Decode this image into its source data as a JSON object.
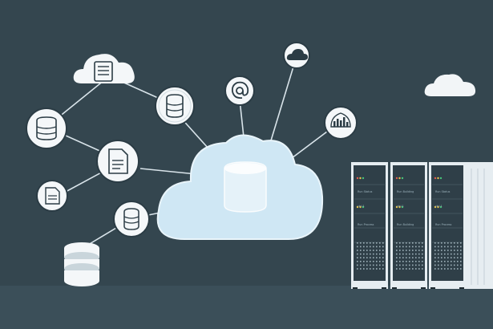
{
  "scene": {
    "colors": {
      "background": "#34464f",
      "floor": "#3b4f59",
      "cloud_fill": "#cfe7f4",
      "node_fill": "#f4f7f9",
      "node_ring": "#2b3c45",
      "line": "#d9e4ea",
      "server_body": "#2f3f48",
      "server_frame": "#e6edf1",
      "led_red": "#e05a4f",
      "led_yellow": "#e6c44a",
      "led_green": "#49c47a"
    },
    "icons": [
      "cloud-document-icon",
      "database-icon",
      "document-icon",
      "at-sign-icon",
      "cloud-icon",
      "chart-icon",
      "server-rack-icon"
    ]
  },
  "servers": {
    "racks": [
      {
        "labels": [
          "Run Status",
          "ctrl 1",
          "Run Process"
        ]
      },
      {
        "labels": [
          "Run Building",
          "ctrl 1",
          "Run Building"
        ]
      },
      {
        "labels": [
          "Run Status",
          "ctrl 1",
          "Run Process"
        ]
      }
    ]
  }
}
